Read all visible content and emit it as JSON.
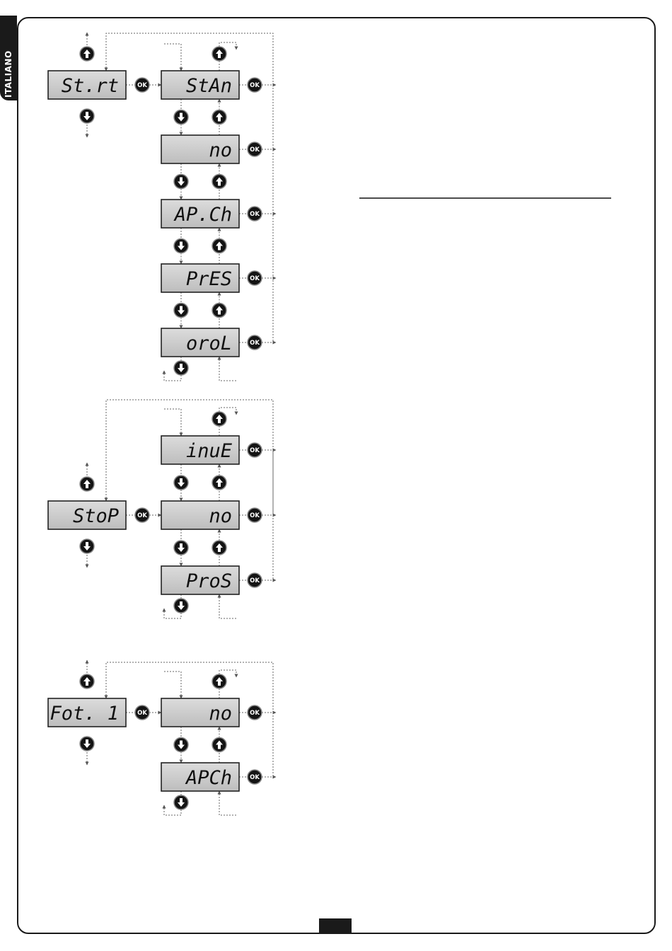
{
  "sidebar": {
    "language_label": "ITALIANO"
  },
  "icons": {
    "up": "arrow-up-circle-icon",
    "down": "arrow-down-circle-icon",
    "ok": "ok-button-icon"
  },
  "ok_label": "OK",
  "menus": [
    {
      "param": "St.rt",
      "options": [
        "StAn",
        "no",
        "AP.Ch",
        "PrES",
        "oroL"
      ]
    },
    {
      "param": "StoP",
      "options": [
        "inuE",
        "no",
        "ProS"
      ]
    },
    {
      "param": "Fot. 1",
      "options": [
        "no",
        "APCh"
      ]
    }
  ]
}
